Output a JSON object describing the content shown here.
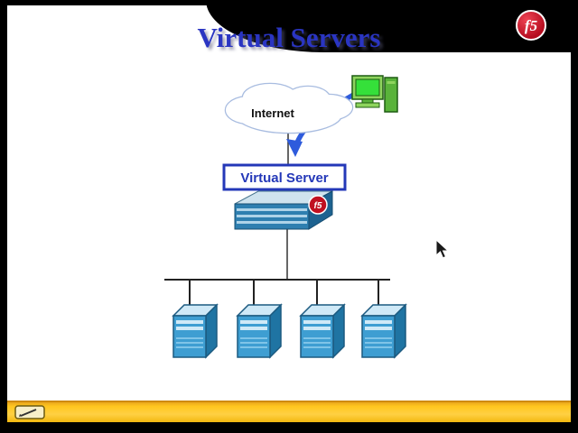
{
  "slide": {
    "title": "Virtual Servers",
    "cloud_label": "Internet",
    "virtual_server_label": "Virtual Server",
    "logo_text": "f5",
    "appliance_logo_text": "f5",
    "server_count": 4
  },
  "colors": {
    "title_blue": "#2a35c2",
    "box_blue": "#2438b8",
    "arrow_blue": "#2e5bdc",
    "server_blue": "#3e9ed2",
    "server_side_blue": "#1f74a3",
    "server_top_blue": "#cfe9f7",
    "logo_red": "#c01020",
    "toolbar_yellow": "#ffc61e",
    "cloud_outline": "#a8bce0"
  }
}
